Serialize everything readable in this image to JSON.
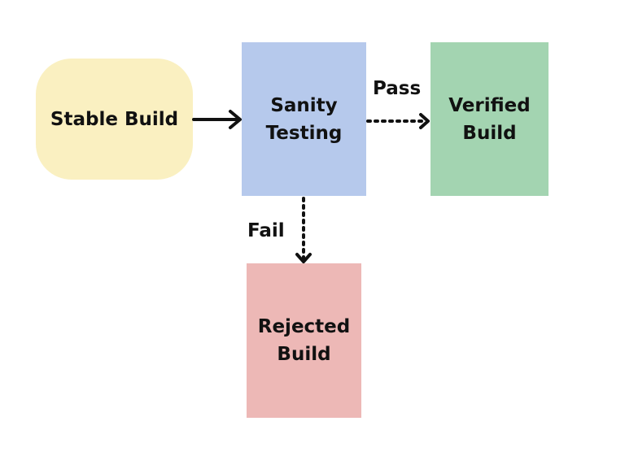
{
  "nodes": {
    "stable": {
      "label": "Stable Build",
      "color": "#faf0c1"
    },
    "sanity": {
      "label": "Sanity\nTesting",
      "color": "#b6c9ec"
    },
    "verified": {
      "label": "Verified\nBuild",
      "color": "#a3d4b1"
    },
    "rejected": {
      "label": "Rejected\nBuild",
      "color": "#edb8b6"
    }
  },
  "edges": {
    "pass": {
      "label": "Pass",
      "style": "dotted"
    },
    "fail": {
      "label": "Fail",
      "style": "dotted"
    },
    "stable_to_sanity": {
      "style": "solid"
    }
  }
}
